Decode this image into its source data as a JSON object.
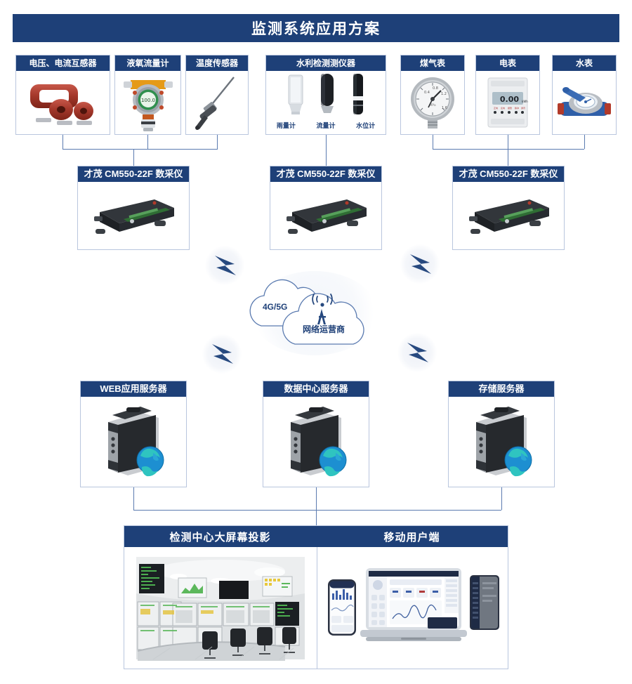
{
  "title": "监测系统应用方案",
  "accent_navy": "#1e4078",
  "line_color": "#5b7bb0",
  "border_color": "#b9c6de",
  "devices_row": [
    {
      "label": "电压、电流互感器",
      "icon": "current-transformer-icon"
    },
    {
      "label": "液氧流量计",
      "icon": "oxygen-flow-meter-icon",
      "display_value": "100.0"
    },
    {
      "label": "温度传感器",
      "icon": "temperature-probe-icon"
    },
    {
      "label": "水利检测测仪器",
      "icon": "water-instruments-icon",
      "sub_labels": [
        "雨量计",
        "流量计",
        "水位计"
      ]
    },
    {
      "label": "煤气表",
      "icon": "gas-pressure-gauge-icon"
    },
    {
      "label": "电表",
      "icon": "electric-meter-icon",
      "display_value": "0.00"
    },
    {
      "label": "水表",
      "icon": "water-meter-icon"
    }
  ],
  "collectors": [
    {
      "label": "才茂 CM550-22F 数采仪",
      "icon": "data-collector-icon"
    },
    {
      "label": "才茂 CM550-22F 数采仪",
      "icon": "data-collector-icon"
    },
    {
      "label": "才茂 CM550-22F 数采仪",
      "icon": "data-collector-icon"
    }
  ],
  "network": {
    "cloud_back_label": "4G/5G",
    "cloud_front_label": "网络运营商",
    "tower_icon": "cell-tower-icon",
    "bolt_icon": "lightning-bolt-icon",
    "bolt_count": 4
  },
  "servers": [
    {
      "label": "WEB应用服务器",
      "icon": "server-globe-icon"
    },
    {
      "label": "数据中心服务器",
      "icon": "server-globe-icon"
    },
    {
      "label": "存储服务器",
      "icon": "server-globe-icon"
    }
  ],
  "bottom": {
    "panels": [
      {
        "label": "检测中心大屏幕投影",
        "icon": "control-room-icon"
      },
      {
        "label": "移动用户端",
        "icon": "multi-device-dashboard-icon"
      }
    ]
  }
}
